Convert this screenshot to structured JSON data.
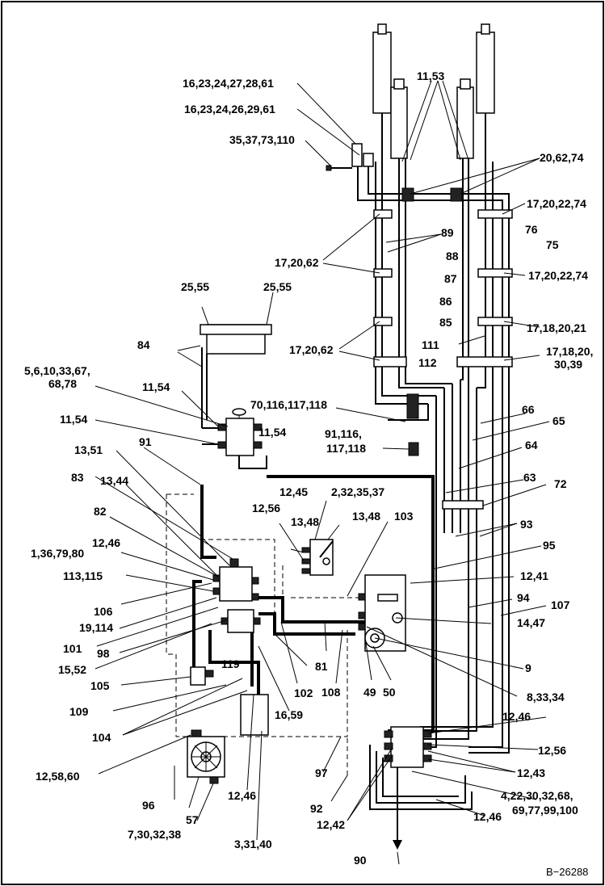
{
  "labels": {
    "l_11_53": "11,53",
    "l_16_27": "16,23,24,27,28,61",
    "l_16_26": "16,23,24,26,29,61",
    "l_35": "35,37,73,110",
    "l_20_62_74": "20,62,74",
    "l_17_20_22_74a": "17,20,22,74",
    "l_76": "76",
    "l_89": "89",
    "l_75": "75",
    "l_17_20_62a": "17,20,62",
    "l_88": "88",
    "l_17_20_22_74b": "17,20,22,74",
    "l_87": "87",
    "l_25_55a": "25,55",
    "l_25_55b": "25,55",
    "l_86": "86",
    "l_85": "85",
    "l_17_18_20_21": "17,18,20,21",
    "l_84": "84",
    "l_17_20_62b": "17,20,62",
    "l_111": "111",
    "l_17_18_20": "17,18,20,",
    "l_112": "112",
    "l_30_39": "30,39",
    "l_5_6": "5,6,10,33,67,",
    "l_68_78": "68,78",
    "l_11_54a": "11,54",
    "l_70": "70,116,117,118",
    "l_66": "66",
    "l_11_54b": "11,54",
    "l_11_54c": "11,54",
    "l_91_116": "91,116,",
    "l_117_118": "117,118",
    "l_65": "65",
    "l_64": "64",
    "l_13_51": "13,51",
    "l_91": "91",
    "l_83": "83",
    "l_13_44": "13,44",
    "l_12_45": "12,45",
    "l_2_32": "2,32,35,37",
    "l_63": "63",
    "l_72": "72",
    "l_12_56a": "12,56",
    "l_82": "82",
    "l_13_48a": "13,48",
    "l_13_48b": "13,48",
    "l_103": "103",
    "l_93": "93",
    "l_12_46a": "12,46",
    "l_1_36": "1,36,79,80",
    "l_95": "95",
    "l_113": "113,115",
    "l_12_41": "12,41",
    "l_94": "94",
    "l_107": "107",
    "l_106": "106",
    "l_14_47": "14,47",
    "l_19_114": "19,114",
    "l_101": "101",
    "l_98": "98",
    "l_9": "9",
    "l_15_52": "15,52",
    "l_81": "81",
    "l_119": "119",
    "l_105": "105",
    "l_102": "102",
    "l_108": "108",
    "l_49": "49",
    "l_50": "50",
    "l_8_33": "8,33,34",
    "l_109": "109",
    "l_16_59": "16,59",
    "l_12_46b": "12,46",
    "l_104": "104",
    "l_12_56b": "12,56",
    "l_97": "97",
    "l_12_58": "12,58,60",
    "l_12_43": "12,43",
    "l_4_22": "4,22,30,32,68,",
    "l_69_77": "69,77,99,100",
    "l_96": "96",
    "l_12_46c": "12,46",
    "l_92": "92",
    "l_12_46d": "12,46",
    "l_57": "57",
    "l_12_42": "12,42",
    "l_7_30": "7,30,32,38",
    "l_3_31": "3,31,40",
    "l_90": "90",
    "ref": "B−26288"
  }
}
